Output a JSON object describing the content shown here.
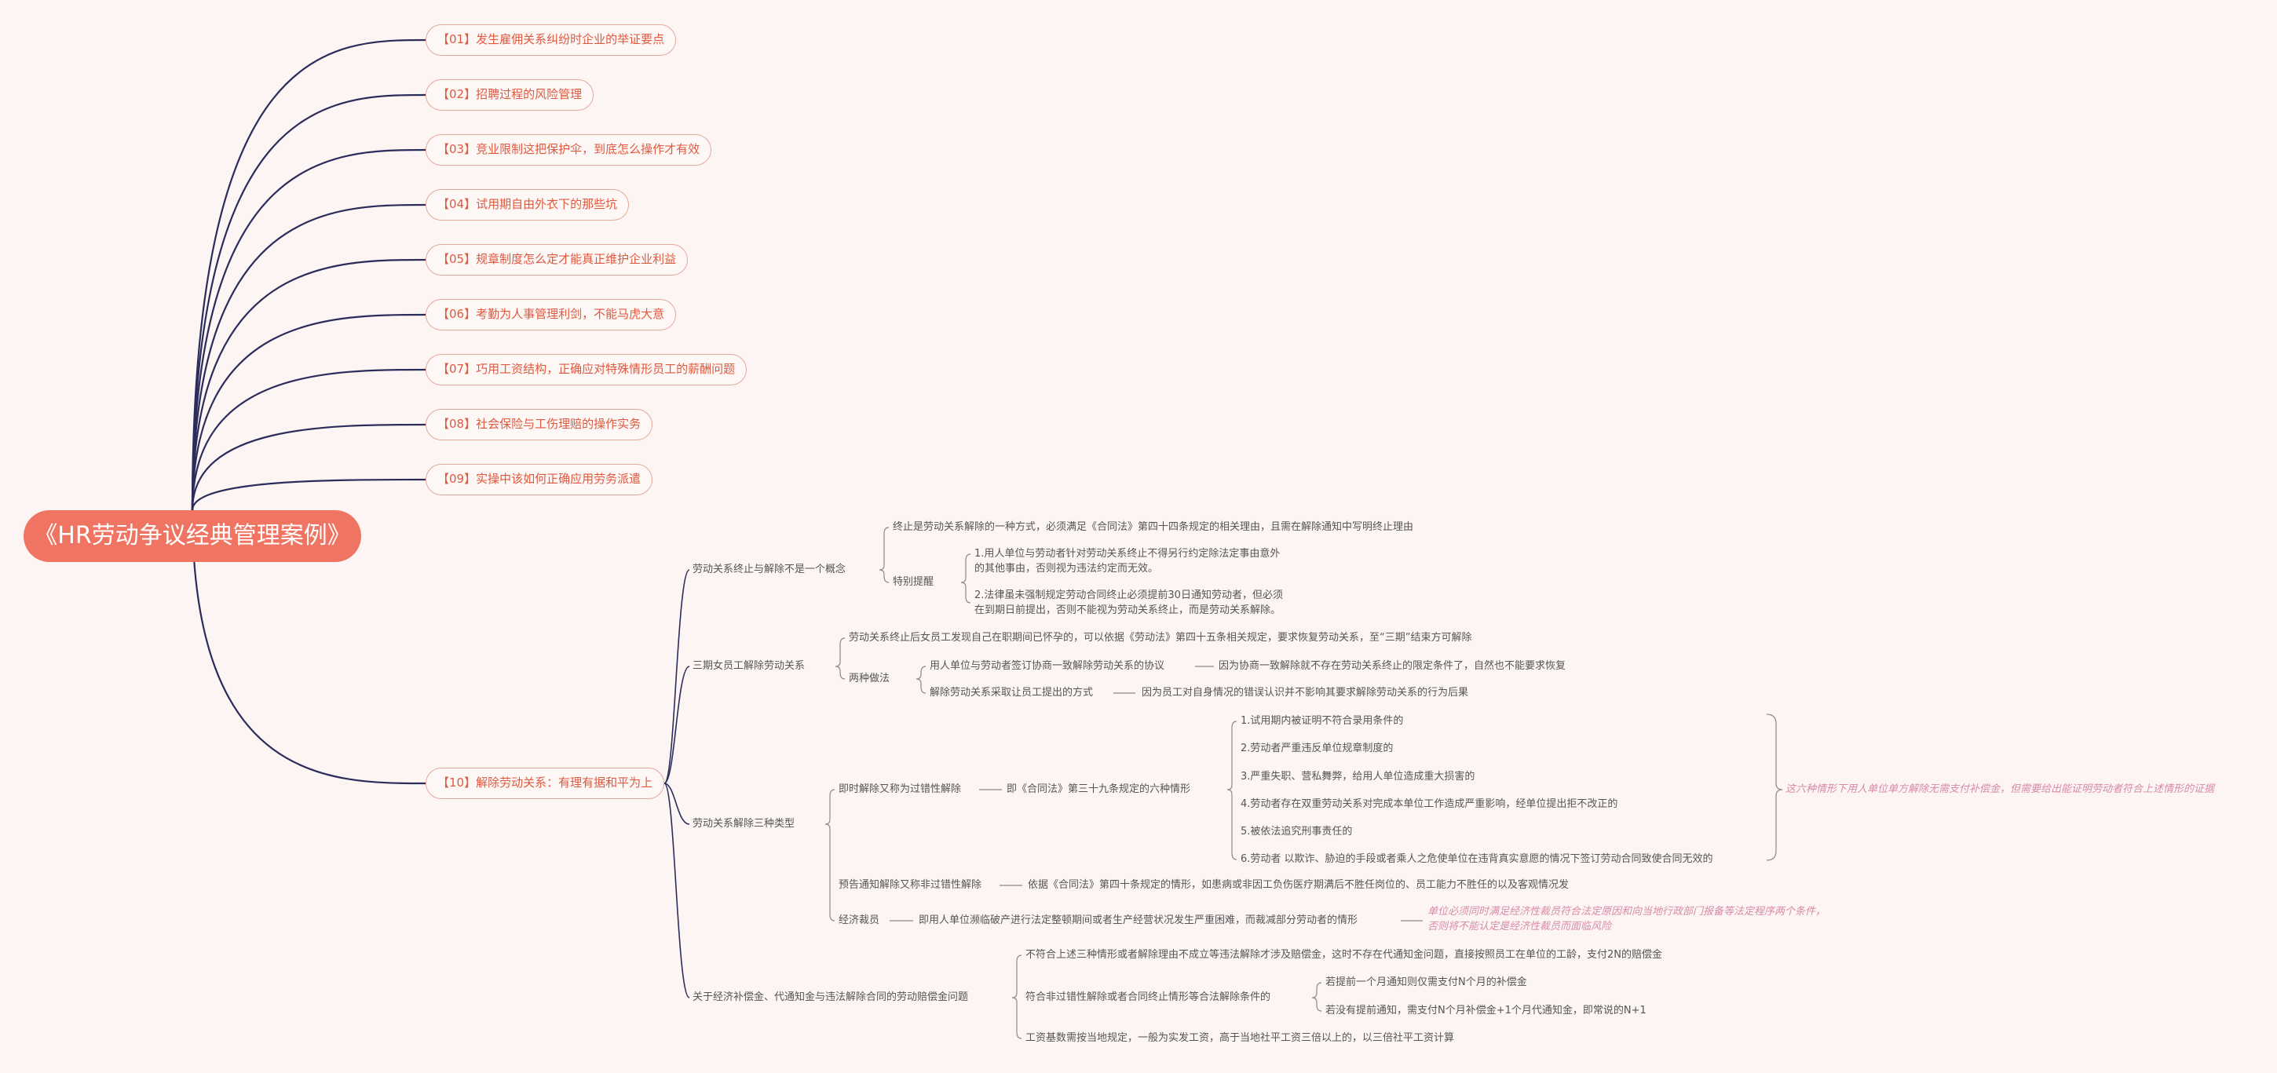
{
  "root": {
    "title": "《HR劳动争议经典管理案例》"
  },
  "chapters": [
    "【01】发生雇佣关系纠纷时企业的举证要点",
    "【02】招聘过程的风险管理",
    "【03】竞业限制这把保护伞，到底怎么操作才有效",
    "【04】试用期自由外衣下的那些坑",
    "【05】规章制度怎么定才能真正维护企业利益",
    "【06】考勤为人事管理利剑，不能马虎大意",
    "【07】巧用工资结构，正确应对特殊情形员工的薪酬问题",
    "【08】社会保险与工伤理赔的操作实务",
    "【09】实操中该如何正确应用劳务派遣",
    "【10】解除劳动关系：有理有据和平为上"
  ],
  "chapter10": {
    "b1": {
      "label": "劳动关系终止与解除不是一个概念",
      "desc": "终止是劳动关系解除的一种方式，必须满足《合同法》第四十四条规定的相关理由，且需在解除通知中写明终止理由",
      "tip_label": "特别提醒",
      "tip1_l1": "1.用人单位与劳动者针对劳动关系终止不得另行约定除法定事由意外",
      "tip1_l2": "的其他事由，否则视为违法约定而无效。",
      "tip2_l1": "2.法律虽未强制规定劳动合同终止必须提前30日通知劳动者，但必须",
      "tip2_l2": "在到期日前提出，否则不能视为劳动关系终止，而是劳动关系解除。"
    },
    "b2": {
      "label": "三期女员工解除劳动关系",
      "desc": "劳动关系终止后女员工发现自己在职期间已怀孕的，可以依据《劳动法》第四十五条相关规定，要求恢复劳动关系，至“三期”结束方可解除",
      "two_label": "两种做法",
      "m1": "用人单位与劳动者签订协商一致解除劳动关系的协议",
      "m1_result": "因为协商一致解除就不存在劳动关系终止的限定条件了，自然也不能要求恢复",
      "m2": "解除劳动关系采取让员工提出的方式",
      "m2_result": "因为员工对自身情况的错误认识并不影响其要求解除劳动关系的行为后果"
    },
    "b3": {
      "label": "劳动关系解除三种类型",
      "t1": "即时解除又称为过错性解除",
      "t1_detail": "即《合同法》第三十九条规定的六种情形",
      "cases": [
        "1.试用期内被证明不符合录用条件的",
        "2.劳动者严重违反单位规章制度的",
        "3.严重失职、营私舞弊，给用人单位造成重大损害的",
        "4.劳动者存在双重劳动关系对完成本单位工作造成严重影响，经单位提出拒不改正的",
        "5.被依法追究刑事责任的",
        "6.劳动者 以欺诈、胁迫的手段或者乘人之危使单位在违背真实意愿的情况下签订劳动合同致使合同无效的"
      ],
      "cases_note": "这六种情形下用人单位单方解除无需支付补偿金，但需要给出能证明劳动者符合上述情形的证据",
      "t2": "预告通知解除又称非过错性解除",
      "t2_detail": "依据《合同法》第四十条规定的情形，如患病或非因工负伤医疗期满后不胜任岗位的、员工能力不胜任的以及客观情况发",
      "t3": "经济裁员",
      "t3_detail": "即用人单位濒临破产进行法定整顿期间或者生产经营状况发生严重困难，而裁减部分劳动者的情形",
      "t3_note_l1": "单位必须同时满足经济性裁员符合法定原因和向当地行政部门报备等法定程序两个条件，",
      "t3_note_l2": "否则将不能认定是经济性裁员而面临风险"
    },
    "b4": {
      "label": "关于经济补偿金、代通知金与违法解除合同的劳动赔偿金问题",
      "c1": "不符合上述三种情形或者解除理由不成立等违法解除才涉及赔偿金，这时不存在代通知金问题，直接按照员工在单位的工龄，支付2N的赔偿金",
      "c2": "符合非过错性解除或者合同终止情形等合法解除条件的",
      "c2a": "若提前一个月通知则仅需支付N个月的补偿金",
      "c2b": "若没有提前通知，需支付N个月补偿金+1个月代通知金，即常说的N+1",
      "c3": "工资基数需按当地规定，一般为实发工资，高于当地社平工资三倍以上的，以三倍社平工资计算"
    }
  },
  "colors": {
    "root_fill": "#f07462",
    "main_branch": "#2c2c5c",
    "pill_border": "#e4a99c",
    "pill_text": "#e0593f",
    "sub_line": "#8a8a8a",
    "note_text": "#d88aa8"
  }
}
